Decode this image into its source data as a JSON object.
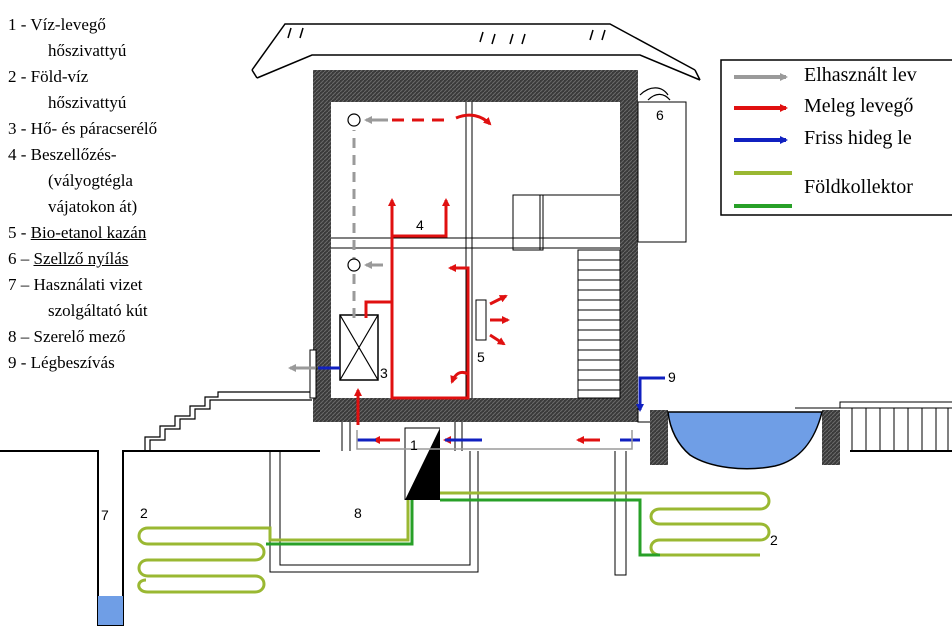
{
  "legend_key": [
    {
      "num": "1",
      "sep": "-",
      "lines": [
        "Víz-levegő",
        "hőszivattyú"
      ]
    },
    {
      "num": "2",
      "sep": "-",
      "lines": [
        "Föld-víz",
        "hőszivattyú"
      ]
    },
    {
      "num": "3",
      "sep": "-",
      "lines": [
        "Hő- és páracserélő"
      ]
    },
    {
      "num": "4",
      "sep": "-",
      "lines": [
        "Beszellőzés-",
        "(vályogtégla",
        "vájatokon át)"
      ]
    },
    {
      "num": "5",
      "sep": "-",
      "lines": [
        "Bio-etanol kazán"
      ]
    },
    {
      "num": "6",
      "sep": "–",
      "lines": [
        "Szellző nyílás"
      ]
    },
    {
      "num": "7",
      "sep": "–",
      "lines": [
        "Használati vizet",
        "szolgáltató kút"
      ]
    },
    {
      "num": "8",
      "sep": "–",
      "lines": [
        "Szerelő mező"
      ]
    },
    {
      "num": "9",
      "sep": "-",
      "lines": [
        "Légbeszívás"
      ]
    }
  ],
  "flow_legend": [
    {
      "label": "Elhasznált lev",
      "color": "#9a9a9a"
    },
    {
      "label": "Meleg levegő",
      "color": "#e01010"
    },
    {
      "label": "Friss hideg le",
      "color": "#1020c0"
    },
    {
      "label": "Földkollektor",
      "colors": [
        "#9ab832",
        "#28a028"
      ]
    }
  ],
  "diagram_labels": {
    "n1": "1",
    "n2a": "2",
    "n2b": "2",
    "n3": "3",
    "n4": "4",
    "n5": "5",
    "n6": "6",
    "n7": "7",
    "n8": "8",
    "n9": "9"
  },
  "colors": {
    "wall": "#3a3a3a",
    "gray_flow": "#9a9a9a",
    "red_flow": "#e01010",
    "blue_flow": "#1020c0",
    "collector_light": "#9ab832",
    "collector_dark": "#28a028",
    "water": "#6f9ee6"
  }
}
